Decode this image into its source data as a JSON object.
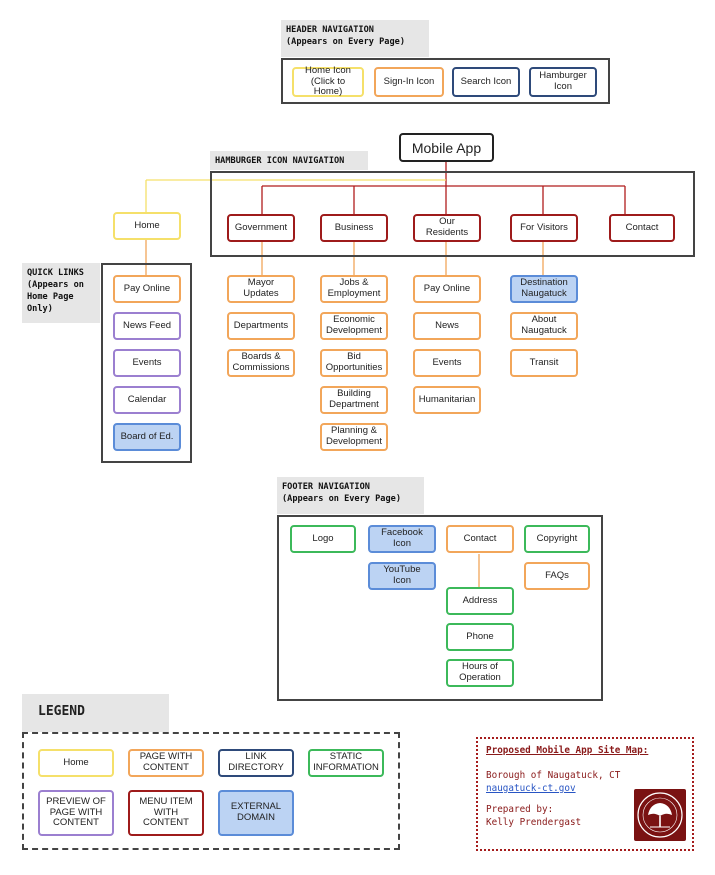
{
  "header_nav": {
    "label": "HEADER NAVIGATION\n(Appears on Every Page)",
    "items": [
      "Home Icon\n(Click to Home)",
      "Sign-In Icon",
      "Search Icon",
      "Hamburger\nIcon"
    ]
  },
  "root": "Mobile App",
  "hamburger_nav": {
    "label": "HAMBURGER ICON NAVIGATION",
    "home": "Home",
    "menu": [
      "Government",
      "Business",
      "Our Residents",
      "For Visitors",
      "Contact"
    ],
    "government": [
      "Mayor\nUpdates",
      "Departments",
      "Boards &\nCommissions"
    ],
    "business": [
      "Jobs &\nEmployment",
      "Economic\nDevelopment",
      "Bid\nOpportunities",
      "Building\nDepartment",
      "Planning &\nDevelopment"
    ],
    "residents": [
      "Pay Online",
      "News",
      "Events",
      "Humanitarian"
    ],
    "visitors": [
      "Destination\nNaugatuck",
      "About\nNaugatuck",
      "Transit"
    ]
  },
  "quick_links": {
    "label": "QUICK LINKS\n(Appears on\nHome Page\nOnly)",
    "items": [
      "Pay Online",
      "News Feed",
      "Events",
      "Calendar",
      "Board of Ed."
    ]
  },
  "footer_nav": {
    "label": "FOOTER NAVIGATION\n(Appears on Every Page)",
    "logo": "Logo",
    "facebook": "Facebook Icon",
    "youtube": "YouTube\nIcon",
    "contact": "Contact",
    "contact_children": [
      "Address",
      "Phone",
      "Hours of\nOperation"
    ],
    "copyright": "Copyright",
    "faqs": "FAQs"
  },
  "legend": {
    "title": "LEGEND",
    "items": [
      "Home",
      "PAGE WITH\nCONTENT",
      "LINK\nDIRECTORY",
      "STATIC\nINFORMATION",
      "PREVIEW OF\nPAGE WITH\nCONTENT",
      "MENU ITEM\nWITH\nCONTENT",
      "EXTERNAL\nDOMAIN"
    ]
  },
  "credit": {
    "title": "Proposed Mobile App Site Map:",
    "org": "Borough of Naugatuck, CT",
    "link": "naugatuck-ct.gov",
    "prepared_label": "Prepared by:",
    "author": "Kelly Prendergast"
  },
  "colors": {
    "yellow": "#f5e06a",
    "orange": "#f2a65a",
    "navy": "#2e4a7a",
    "green": "#3cb95a",
    "purple": "#9b7fd0",
    "red": "#9e1b1b",
    "blue_fill": "#bcd3f3",
    "connector_red": "#b01c1c",
    "connector_yellow": "#f5e06a",
    "connector_orange": "#f2a65a"
  }
}
